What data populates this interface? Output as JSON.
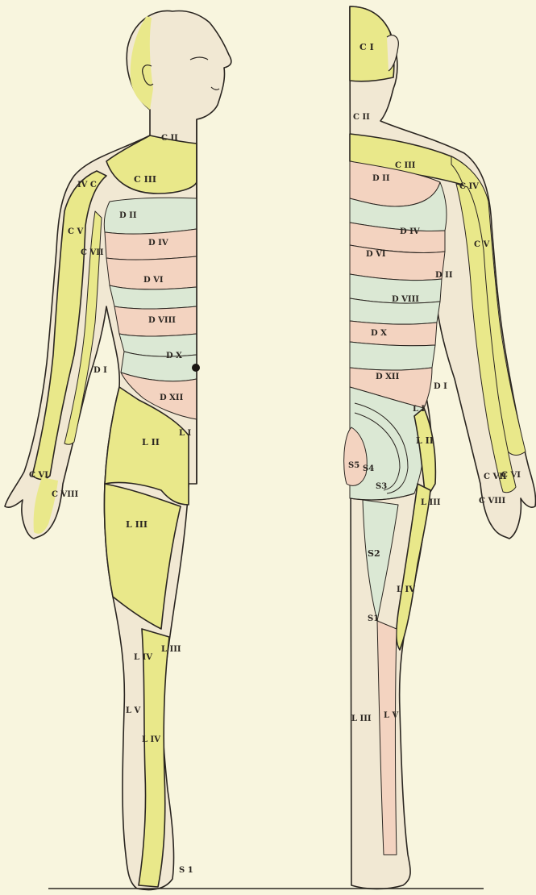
{
  "colors": {
    "paper": "#f8f5de",
    "skin": "#f1e8d3",
    "yellow": "#e9e88a",
    "pink": "#f3d3c0",
    "green": "#dbe8d4",
    "outline": "#2b2621"
  },
  "front_labels": {
    "c2": "C II",
    "c3": "C III",
    "c4": "IV C",
    "c5": "C V",
    "c7": "C VII",
    "d2": "D II",
    "d4": "D IV",
    "d6": "D VI",
    "d8": "D VIII",
    "dx": "D X",
    "d1": "D I",
    "d12": "D XII",
    "l1": "L I",
    "l2": "L II",
    "c6": "C VI",
    "c8": "C VIII",
    "l3": "L III",
    "l3b": "L III",
    "l4": "L IV",
    "l5": "L V",
    "l4b": "L IV",
    "s1": "S 1"
  },
  "back_labels": {
    "c1": "C I",
    "c2": "C II",
    "c3": "C III",
    "d2": "D II",
    "c4": "C IV",
    "d4": "D IV",
    "c5": "C V",
    "d6": "D VI",
    "d2b": "D II",
    "d8": "D VIII",
    "dx": "D X",
    "d12": "D XII",
    "d1": "D I",
    "l1": "L I",
    "l2": "L II",
    "s5": "S5",
    "s4": "S4",
    "s3": "S3",
    "l3": "L III",
    "c7": "C VII",
    "c6": "C VI",
    "c8": "C VIII",
    "s2": "S2",
    "l4": "L IV",
    "s1": "S1",
    "l3b": "L III",
    "lv": "L V"
  }
}
